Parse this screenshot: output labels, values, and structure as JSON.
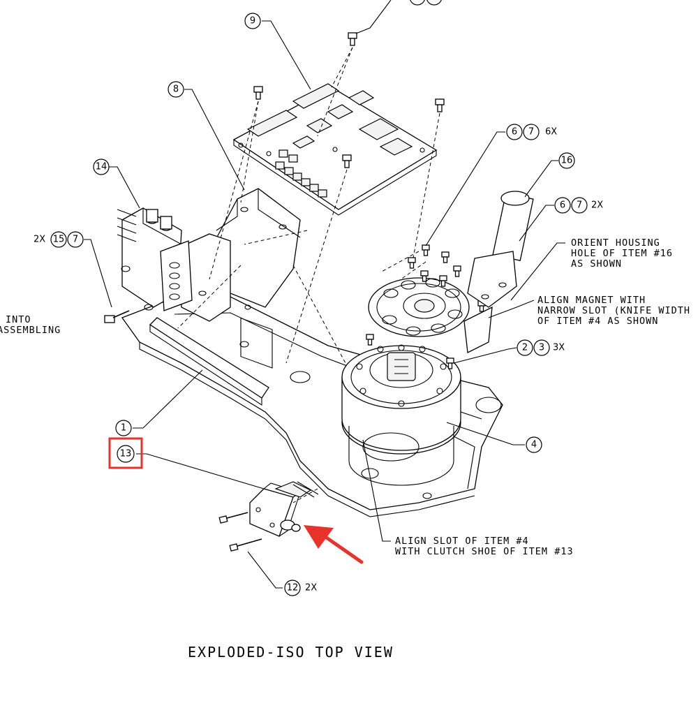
{
  "view_title": "EXPLODED-ISO TOP VIEW",
  "balloons": {
    "b9": "9",
    "b8": "8",
    "b14": "14",
    "b15": "15",
    "b7a": "7",
    "b6a": "6",
    "b7b": "7",
    "b16": "16",
    "b6b": "6",
    "b7c": "7",
    "b2": "2",
    "b3": "3",
    "b1": "1",
    "b13": "13",
    "b4": "4",
    "b12": "12"
  },
  "quantities": {
    "q67_top": "6X",
    "q67_right": "2X",
    "q15": "2X",
    "q23": "3X",
    "q12": "2X"
  },
  "notes": {
    "orient_1": "ORIENT HOUSING",
    "orient_2": "HOLE OF ITEM #16",
    "orient_3": "AS SHOWN",
    "magnet_1": "ALIGN MAGNET WITH",
    "magnet_2": "NARROW SLOT (KNIFE WIDTH",
    "magnet_3": "OF ITEM #4 AS SHOWN",
    "slot_1": "ALIGN SLOT OF ITEM #4",
    "slot_2": "WITH CLUTCH SHOE OF ITEM #13",
    "left_1": "INTO",
    "left_2": "ASSEMBLING"
  },
  "highlight": {
    "target": "13",
    "box_color": "#e8322a",
    "arrow_color": "#e8322a"
  }
}
